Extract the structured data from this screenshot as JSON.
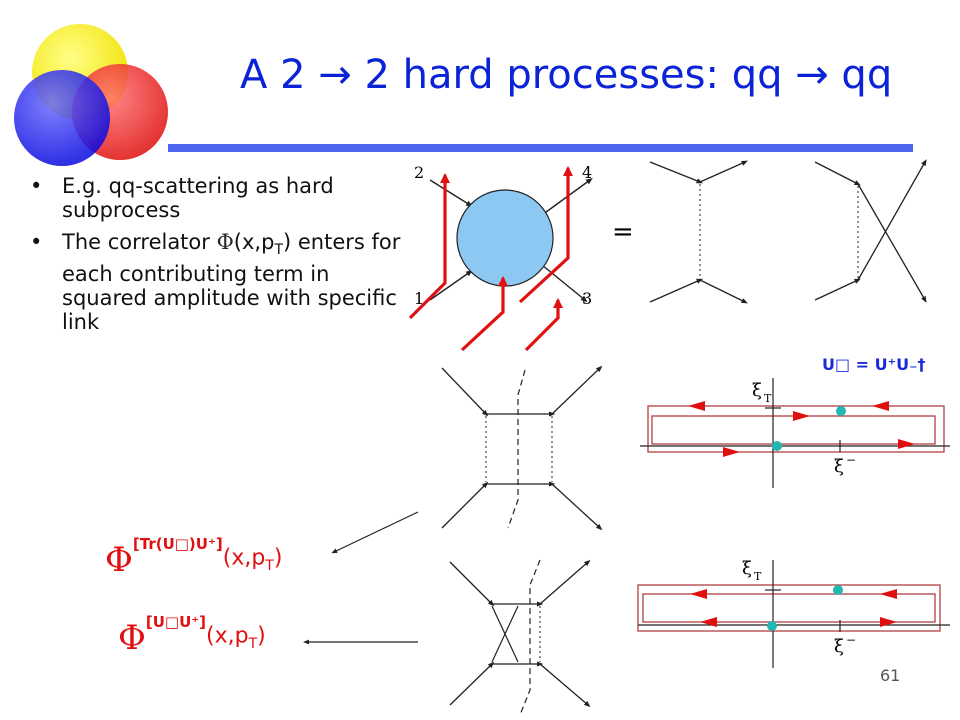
{
  "slide": {
    "title": "A 2 → 2 hard processes: qq → qq",
    "page_number": "61",
    "bullets": [
      {
        "text_a": "E.g. qq-scattering as hard subprocess"
      },
      {
        "text_a": "The correlator ",
        "phi": "Φ",
        "text_b": "(x,p",
        "sub": "T",
        "text_c": ") enters for each contributing term in squared amplitude with specific link"
      }
    ],
    "bullet_glyph": "•",
    "diagram": {
      "leg_labels": [
        "2",
        "4",
        "1",
        "3"
      ],
      "equals": "=",
      "xi_t": "ξ",
      "xi_t_sub": "T",
      "xi_minus": "ξ",
      "xi_minus_sup": "−"
    },
    "u_equation": "U□ = U⁺U₋†",
    "labels": [
      {
        "phi": "Φ",
        "sup": "[Tr(U□)U⁺]",
        "arg": "(x,p",
        "sub": "T",
        "close": ")"
      },
      {
        "phi": "Φ",
        "sup": "[U□U⁺]",
        "arg": "(x,p",
        "sub": "T",
        "close": ")"
      }
    ],
    "colors": {
      "title": "#0a23d6",
      "rule": "#4f66ef",
      "red_lines": "#e01010",
      "blob": "#8cc8f2",
      "teal_dots": "#20b8b0",
      "link_box": "#b04040"
    }
  }
}
